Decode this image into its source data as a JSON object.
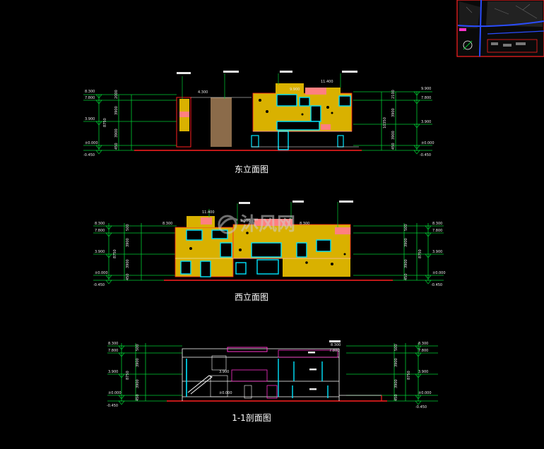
{
  "drawings": {
    "east": {
      "title": "东立面图",
      "left_elev": [
        "8.300",
        "7.800",
        "3.900",
        "±0.000",
        "-0.450"
      ],
      "left_dims": [
        "2000",
        "3900",
        "3900",
        "450"
      ],
      "left_total": "8750",
      "right_elev": [
        "9.900",
        "7.800",
        "3.900",
        "±0.000",
        "-0.450"
      ],
      "right_dims": [
        "2100",
        "3900",
        "3900",
        "450"
      ],
      "right_total": "10350",
      "top_marks": [
        "4.300",
        "9.900",
        "11.400"
      ]
    },
    "west": {
      "title": "西立面图",
      "left_elev": [
        "8.300",
        "7.800",
        "3.900",
        "±0.000",
        "-0.450"
      ],
      "left_dims": [
        "500",
        "3900",
        "3900",
        "450"
      ],
      "left_total": "8750",
      "right_elev": [
        "8.300",
        "7.800",
        "3.900",
        "±0.000",
        "-0.450"
      ],
      "right_dims": [
        "500",
        "3900",
        "3900",
        "450"
      ],
      "right_total": "8750",
      "top_marks": [
        "8.300",
        "11.400",
        "9.900",
        "8.300"
      ]
    },
    "section": {
      "title": "1-1剖面图",
      "left_elev": [
        "8.300",
        "7.800",
        "3.900",
        "±0.000",
        "-0.450"
      ],
      "left_dims": [
        "500",
        "3900",
        "3900",
        "450"
      ],
      "left_total": "8750",
      "right_elev": [
        "8.300",
        "7.800",
        "3.900",
        "±0.000",
        "-0.450"
      ],
      "right_dims": [
        "500",
        "3900",
        "3900",
        "450"
      ],
      "right_total": "8750",
      "inner_marks": [
        "8.300",
        "7.800",
        "3.900",
        "±0.000"
      ]
    }
  },
  "watermark": {
    "brand": "沐风网"
  },
  "colors": {
    "background": "#000000",
    "facade_yellow": "#d9b100",
    "window_cyan": "#00e5ff",
    "ground_red": "#ff2020",
    "dimension_green": "#00cc33",
    "roof_magenta": "#ff33cc",
    "brown_panel": "#8b6b4a"
  }
}
